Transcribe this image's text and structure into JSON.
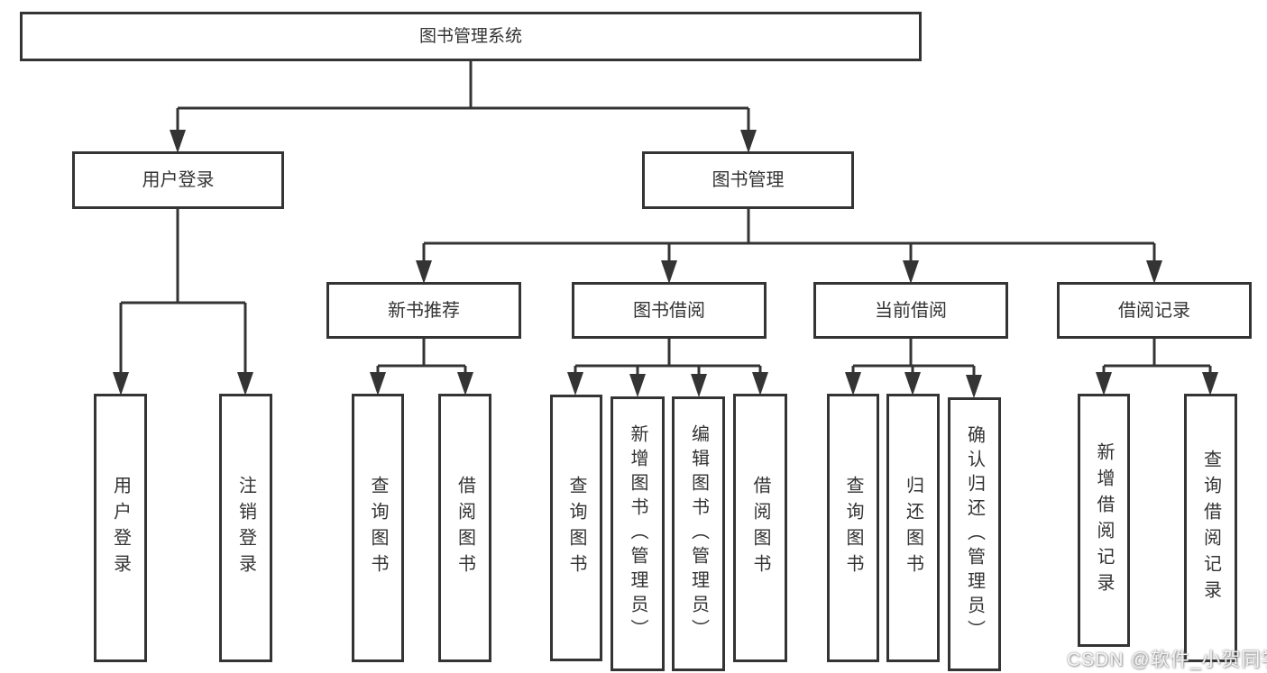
{
  "diagram": {
    "title": "图书管理系统",
    "branches": [
      {
        "label": "用户登录",
        "children": [
          "用户登录",
          "注销登录"
        ]
      },
      {
        "label": "图书管理",
        "sections": [
          {
            "label": "新书推荐",
            "children": [
              "查询图书",
              "借阅图书"
            ]
          },
          {
            "label": "图书借阅",
            "children": [
              "查询图书",
              "新增图书（管理员）",
              "编辑图书（管理员）",
              "借阅图书"
            ]
          },
          {
            "label": "当前借阅",
            "children": [
              "查询图书",
              "归还图书",
              "确认归还（管理员）"
            ]
          },
          {
            "label": "借阅记录",
            "children": [
              "新增借阅记录",
              "查询借阅记录"
            ]
          }
        ]
      }
    ]
  },
  "watermark": "CSDN @软件_小贺同学",
  "colors": {
    "line": "#343434",
    "box_border": "#343434",
    "text": "#333333",
    "background": "#ffffff",
    "watermark_text": "#f5f5f5"
  }
}
